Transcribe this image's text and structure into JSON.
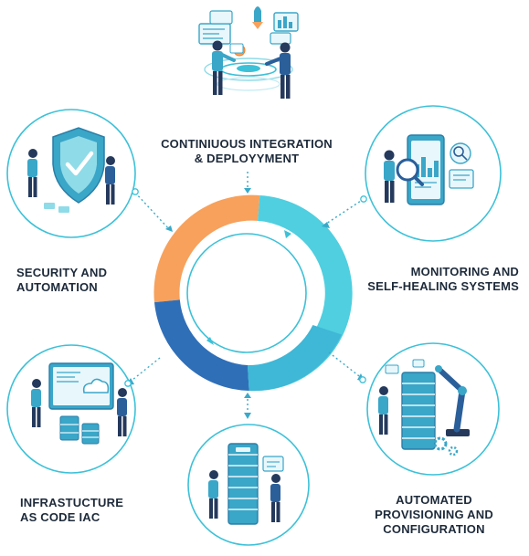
{
  "stages": [
    {
      "id": "ci-cd",
      "title_lines": [
        "CONTINIUOUS INTEGRATION",
        "& DEPLOYYMENT"
      ],
      "icon": "team-dashboard-rocket-illustration"
    },
    {
      "id": "monitoring",
      "title_lines": [
        "MONITORING AND",
        "SELF-HEALING SYSTEMS"
      ],
      "icon": "monitoring-magnifier-illustration"
    },
    {
      "id": "provisioning",
      "title_lines": [
        "AUTOMATED",
        "PROVISIONING AND",
        "CONFIGURATION"
      ],
      "icon": "robot-arm-server-illustration"
    },
    {
      "id": "server",
      "title_lines": [],
      "icon": "server-rack-team-illustration"
    },
    {
      "id": "iac",
      "title_lines": [
        "INFRASTUCTURE",
        "AS CODE IAC"
      ],
      "icon": "cloud-code-server-illustration"
    },
    {
      "id": "security",
      "title_lines": [
        "SECURITY AND",
        "AUTOMATION"
      ],
      "icon": "security-shield-illustration"
    }
  ],
  "colors": {
    "ring_orange": "#f7a15c",
    "ring_cyan": "#4fcfe0",
    "ring_teal": "#3fb7d6",
    "ring_blue": "#2f6fb8",
    "circle_border": "#3cc1d8",
    "connector": "#3aa9c9",
    "text": "#1d2a3a",
    "figure_dark": "#24395c",
    "figure_shirt": "#3aa6c8"
  }
}
